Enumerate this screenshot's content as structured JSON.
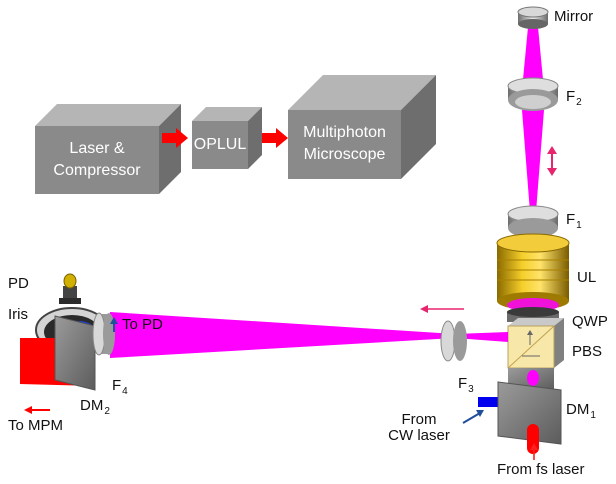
{
  "flow": {
    "box1_line1": "Laser &",
    "box1_line2": "Compressor",
    "box2": "OPLUL",
    "box3_line1": "Multiphoton",
    "box3_line2": "Microscope"
  },
  "labels": {
    "mirror": "Mirror",
    "f2": "F",
    "f2_sub": "2",
    "f1": "F",
    "f1_sub": "1",
    "ul": "UL",
    "qwp": "QWP",
    "pbs": "PBS",
    "f3": "F",
    "f3_sub": "3",
    "dm1": "DM",
    "dm1_sub": "1",
    "from_cw_line1": "From",
    "from_cw_line2": "CW laser",
    "from_fs": "From fs laser",
    "pd": "PD",
    "iris": "Iris",
    "to_pd": "To PD",
    "f4": "F",
    "f4_sub": "4",
    "to_mpm": "To MPM",
    "dm2": "DM",
    "dm2_sub": "2"
  },
  "colors": {
    "beam": "#ff00ff",
    "red_beam": "#ff0000",
    "cw_beam": "#0000ee",
    "box_front": "#8a8a8a",
    "box_top": "#b5b5b5",
    "box_side": "#6e6e6e",
    "lens_gold": "#e6b800",
    "arrow_blue": "#1f4e9b"
  }
}
